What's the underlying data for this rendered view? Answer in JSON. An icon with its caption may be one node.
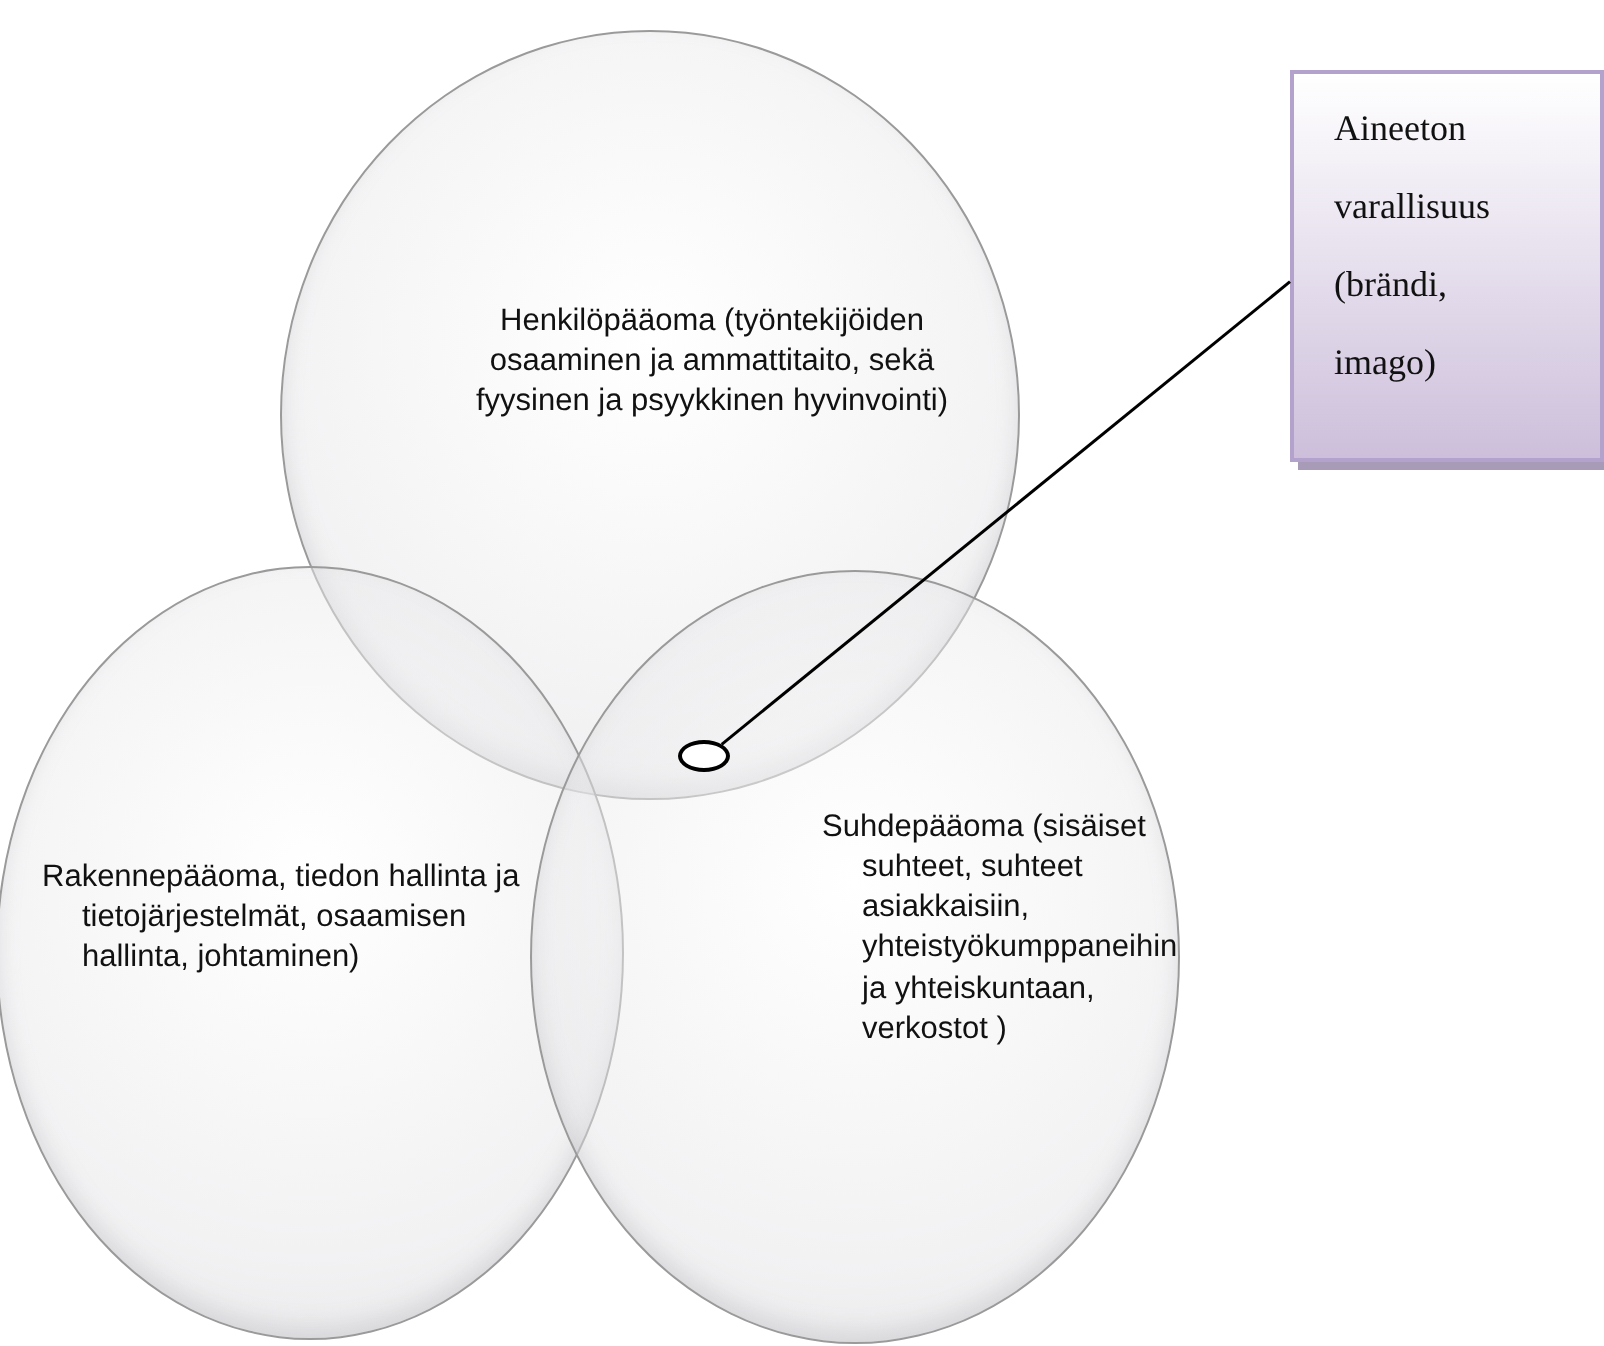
{
  "diagram": {
    "nodes": [
      {
        "text": [
          "Henkilöpääoma (työntekijöiden osaaminen ja ammattitaito, sekä fyysinen ja psyykkinen hyvinvointi)"
        ]
      },
      {
        "text": [
          "Rakennepääoma, tiedon hallinta ja tietojärjestelmät, osaamisen hallinta, johtaminen)"
        ]
      },
      {
        "text": [
          "Suhdepääoma (sisäiset suhteet, suhteet asiakkaisiin, yhteistyökumppaneihin ja yhteiskuntaan, verkostot )"
        ]
      },
      {
        "text": [
          "Aineeton varallisuus (brändi, imago)"
        ]
      },
      {
        "text": [],
        "shape": "circle"
      }
    ],
    "edges": [
      {
        "from": 3,
        "to": 4,
        "arrow": "none"
      }
    ]
  }
}
